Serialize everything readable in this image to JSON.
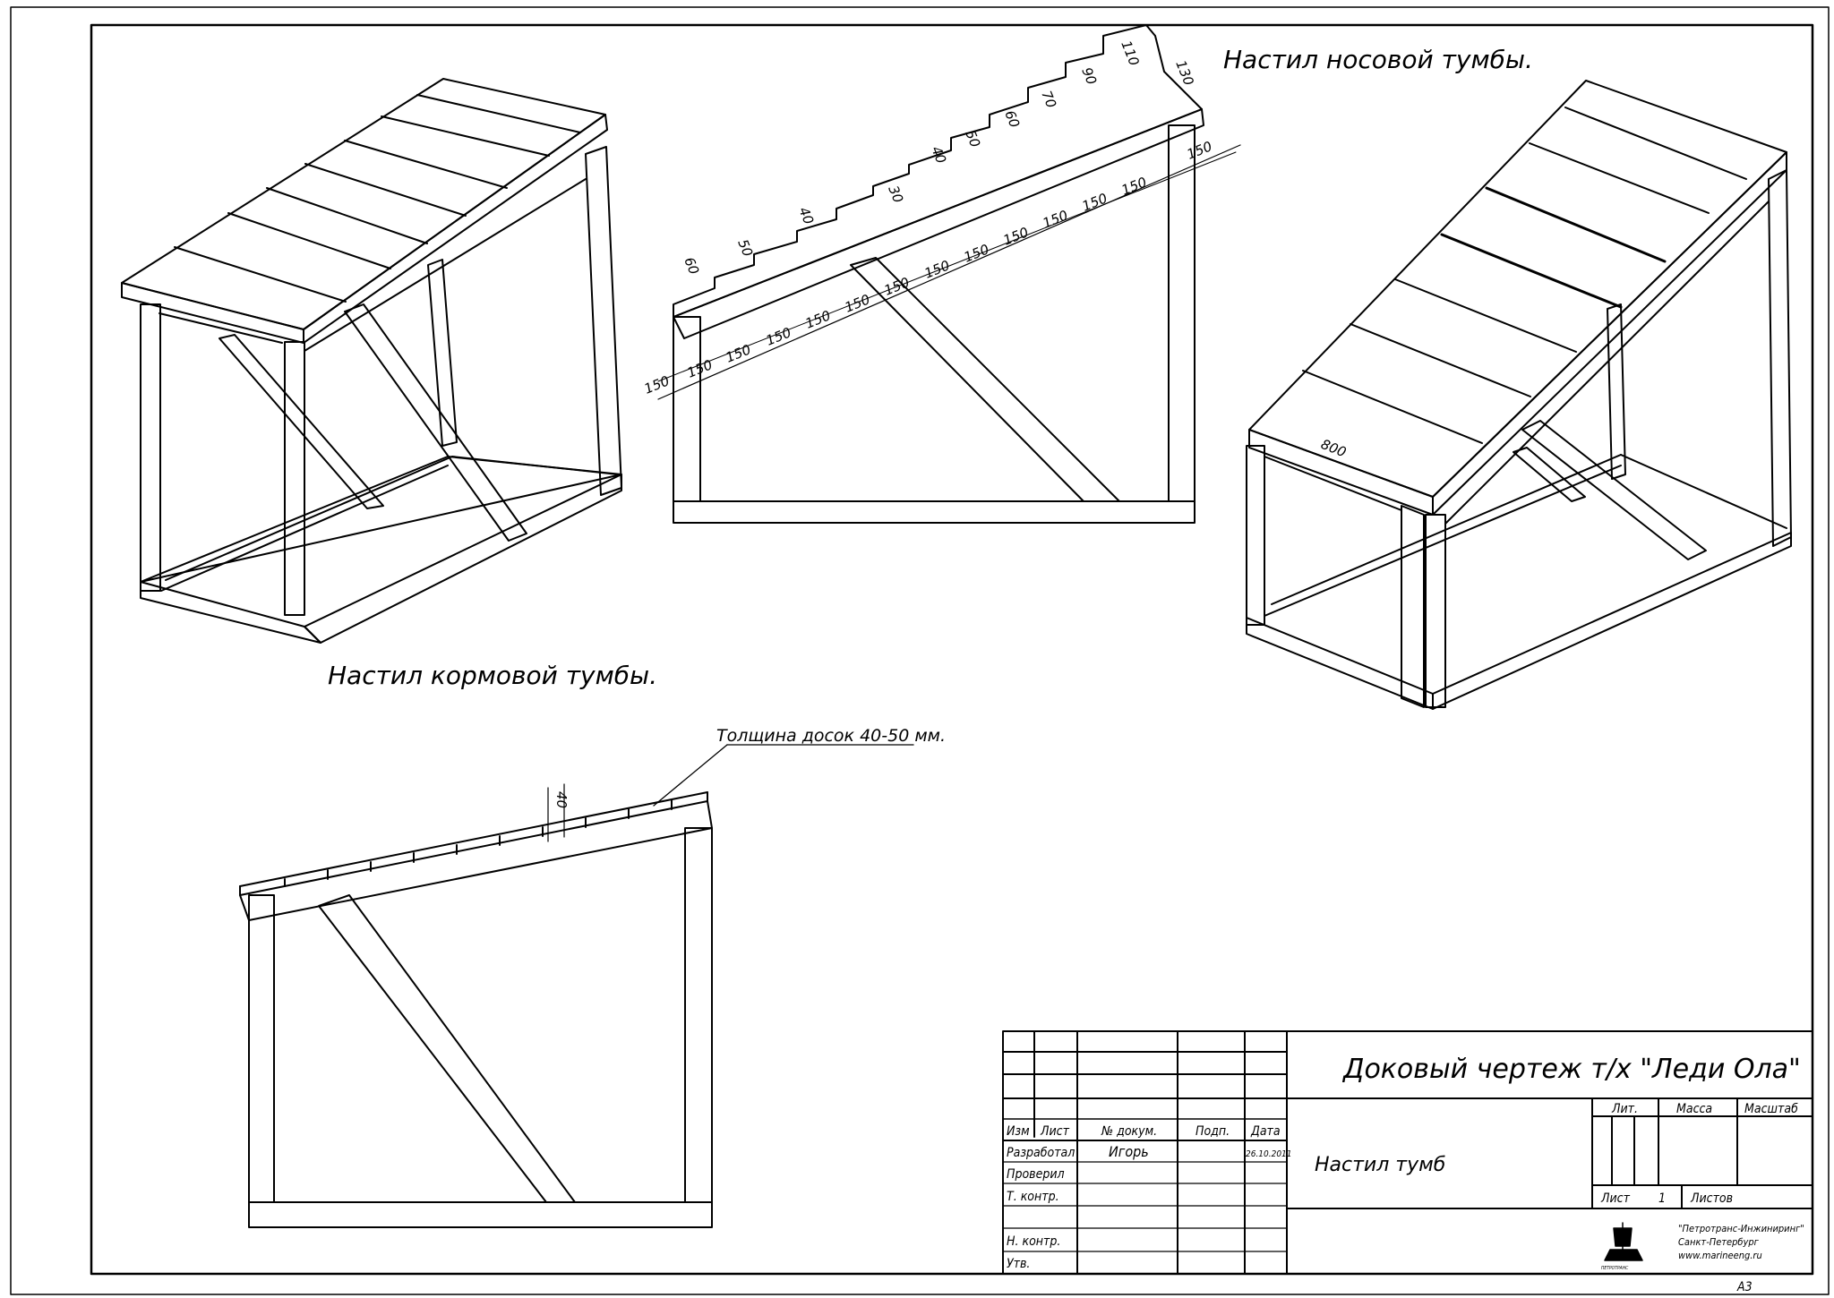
{
  "labels": {
    "bow_title": "Настил носовой тумбы.",
    "stern_title": "Настил кормовой тумбы.",
    "thickness_note": "Толщина досок 40-50 мм.",
    "thickness_dim": "40",
    "width_dim": "800"
  },
  "dims": {
    "steps": [
      "60",
      "50",
      "40",
      "30",
      "40",
      "50",
      "60",
      "70",
      "90",
      "110",
      "130"
    ],
    "spacings": [
      "150",
      "150",
      "150",
      "150",
      "150",
      "150",
      "150",
      "150",
      "150",
      "150",
      "150",
      "150",
      "150",
      "150"
    ]
  },
  "titleblock": {
    "drawing_title": "Доковый чертеж т/х \"Леди Ола\"",
    "sheet_name": "Настил тумб",
    "headers": {
      "izm": "Изм",
      "list": "Лист",
      "doc": "№ докум.",
      "sign": "Подп.",
      "date": "Дата"
    },
    "rows": {
      "developed": "Разработал",
      "developer_name": "Игорь",
      "date_value": "26.10.2011",
      "checked": "Проверил",
      "tcontrol": "Т. контр.",
      "ncontrol": "Н. контр.",
      "approved": "Утв."
    },
    "right": {
      "lit": "Лит.",
      "mass": "Масса",
      "scale": "Масштаб",
      "sheet": "Лист",
      "sheet_no": "1",
      "sheets": "Листов"
    },
    "company": {
      "line1": "\"Петротранс-Инжиниринг\"",
      "line2": "Санкт-Петербург",
      "line3": "www.marineeng.ru",
      "logo_text": "ПЕТРОТРАНС"
    },
    "format": "А3"
  }
}
